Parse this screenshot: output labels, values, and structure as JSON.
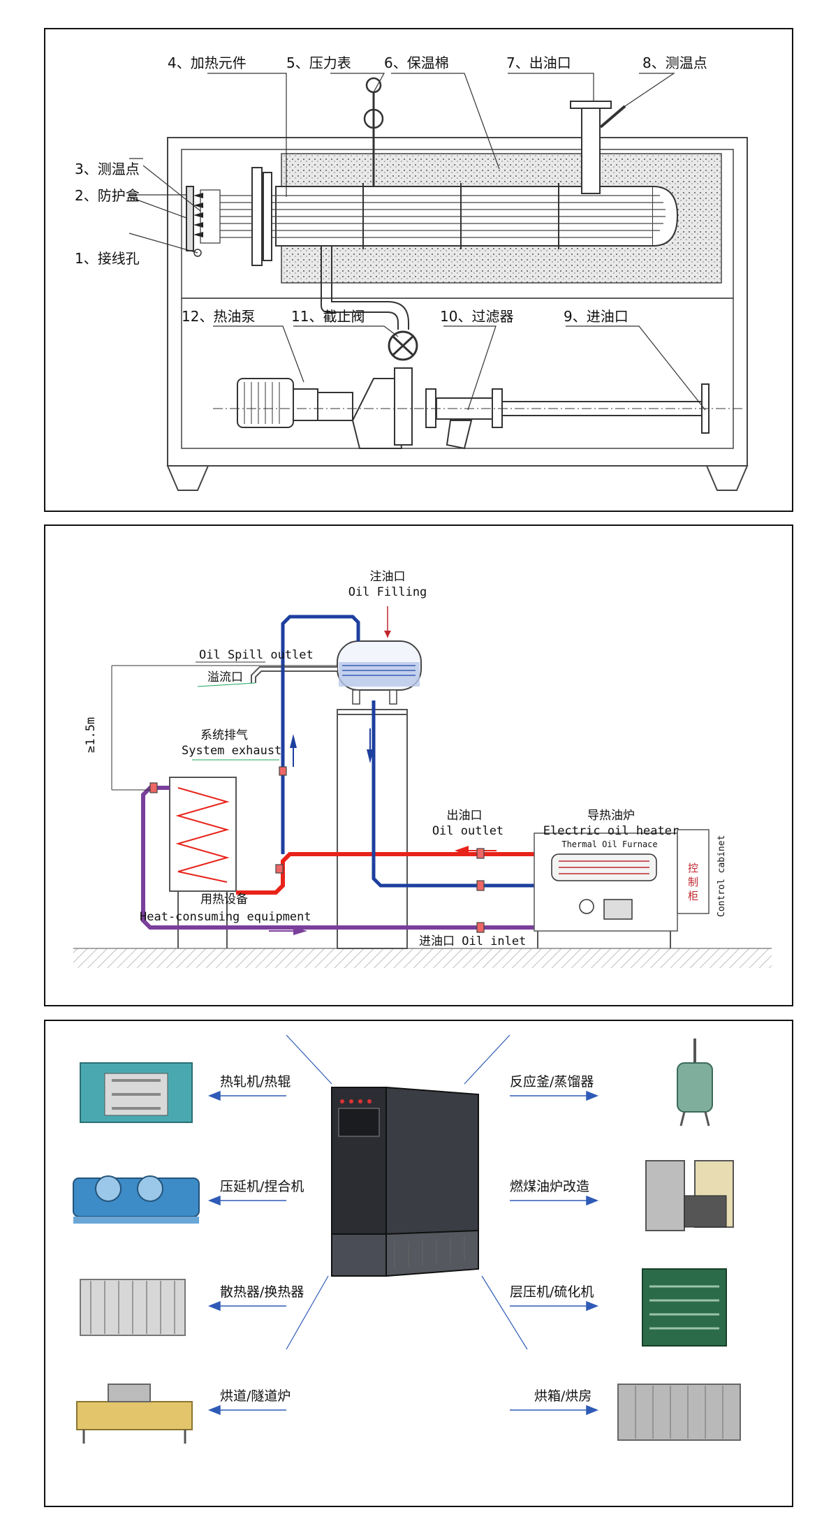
{
  "panel1": {
    "labels": {
      "l1": "1、接线孔",
      "l2": "2、防护盒",
      "l3": "3、测温点",
      "l4": "4、加热元件",
      "l5": "5、压力表",
      "l6": "6、保温棉",
      "l7": "7、出油口",
      "l8": "8、测温点",
      "l9": "9、进油口",
      "l10": "10、过滤器",
      "l11": "11、截止阀",
      "l12": "12、热油泵"
    }
  },
  "panel2": {
    "fill_cn": "注油口",
    "fill_en": "Oil Filling",
    "spill_en": "Oil Spill outlet",
    "spill_cn": "溢流口",
    "height": "≥1.5m",
    "exhaust_cn": "系统排气",
    "exhaust_en": "System exhaust",
    "outlet_cn": "出油口",
    "outlet_en": "Oil outlet",
    "heater_cn": "导热油炉",
    "heater_en": "Electric oil heater",
    "heater_en2": "Thermal Oil Furnace",
    "cabinet_cn": "控制柜",
    "cabinet_en": "Control cabinet",
    "consumer_cn": "用热设备",
    "consumer_en": "Heat-consuming equipment",
    "inlet": "进油口 Oil inlet"
  },
  "panel3": {
    "left": [
      "热轧机/热辊",
      "压延机/捏合机",
      "散热器/换热器",
      "烘道/隧道炉"
    ],
    "right": [
      "反应釜/蒸馏器",
      "燃煤油炉改造",
      "层压机/硫化机",
      "烘箱/烘房"
    ]
  },
  "colors": {
    "hot": "#e8231a",
    "cold": "#1d3f9e",
    "return": "#7a3f9b",
    "arrow": "#2f5bb7"
  }
}
